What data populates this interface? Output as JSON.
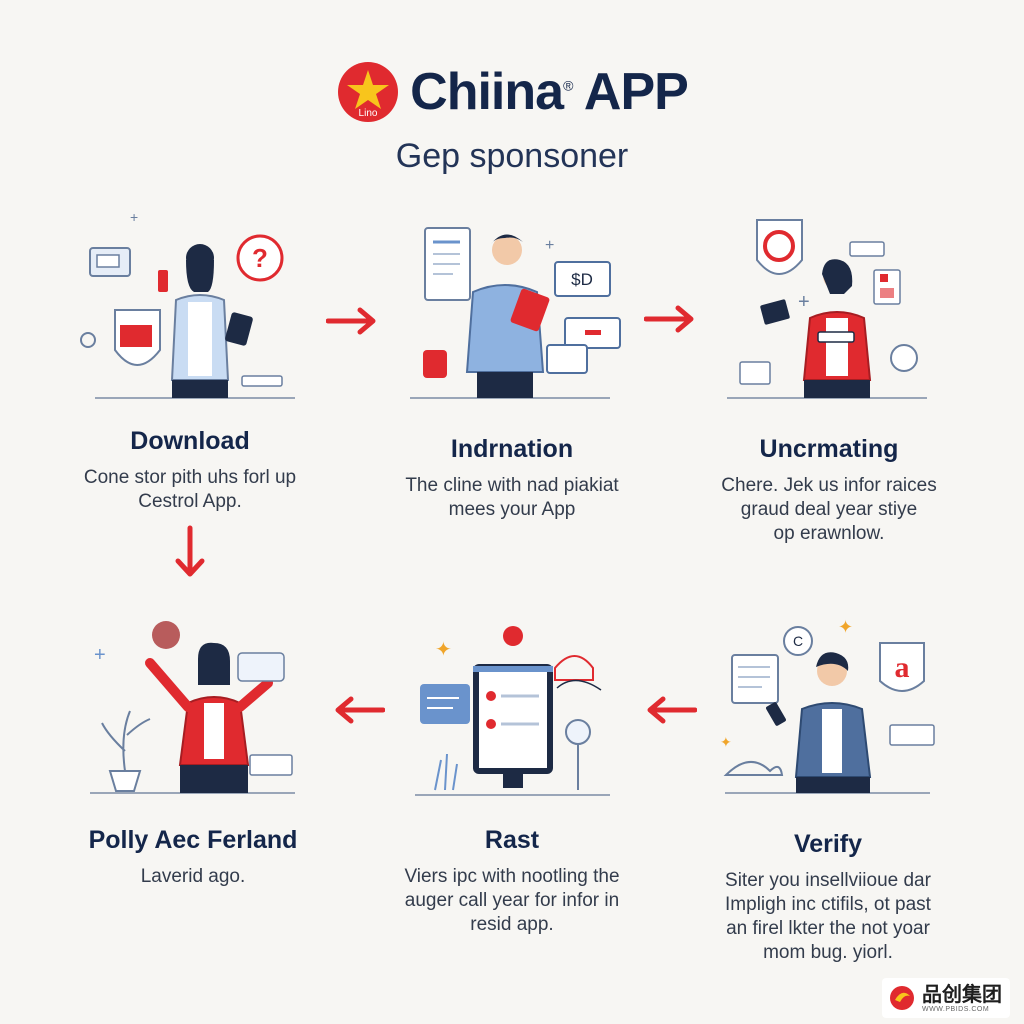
{
  "header": {
    "logo_caption": "Lino",
    "title": "Chiina",
    "title_mark": "®",
    "title_suffix": " APP",
    "subtitle": "Gep sponsoner"
  },
  "steps": [
    {
      "title": "Download",
      "lines": [
        "Cone stor pith uhs forl up",
        "Cestrol App."
      ]
    },
    {
      "title": "Indrnation",
      "lines": [
        "The cline with nad piakiat",
        "mees your App"
      ]
    },
    {
      "title": "Uncrmating",
      "lines": [
        "Chere. Jek us infor raices",
        "graud deal year stiye",
        "op erawnlow."
      ]
    },
    {
      "title": "Polly Aec Ferland",
      "lines": [
        "Laverid ago."
      ]
    },
    {
      "title": "Rast",
      "lines": [
        "Viers ipc with nootling the",
        "auger call year for infor in",
        "resid app."
      ]
    },
    {
      "title": "Verify",
      "lines": [
        "Siter you insellviioue dar",
        "Impligh inc ctifils, ot past",
        "an firel lkter the not yoar",
        "mom bug. yiorl."
      ]
    }
  ],
  "illustration_labels": {
    "price_tag": "$D",
    "letter_badge": "a",
    "help_mark": "?",
    "chat_c": "C"
  },
  "watermark": {
    "text": "品创集团",
    "url": "WWW.PBIDS.COM"
  },
  "colors": {
    "accent": "#e02a2f",
    "navy": "#14264a",
    "blue": "#6a93cc",
    "light_blue": "#dfe9f6"
  }
}
